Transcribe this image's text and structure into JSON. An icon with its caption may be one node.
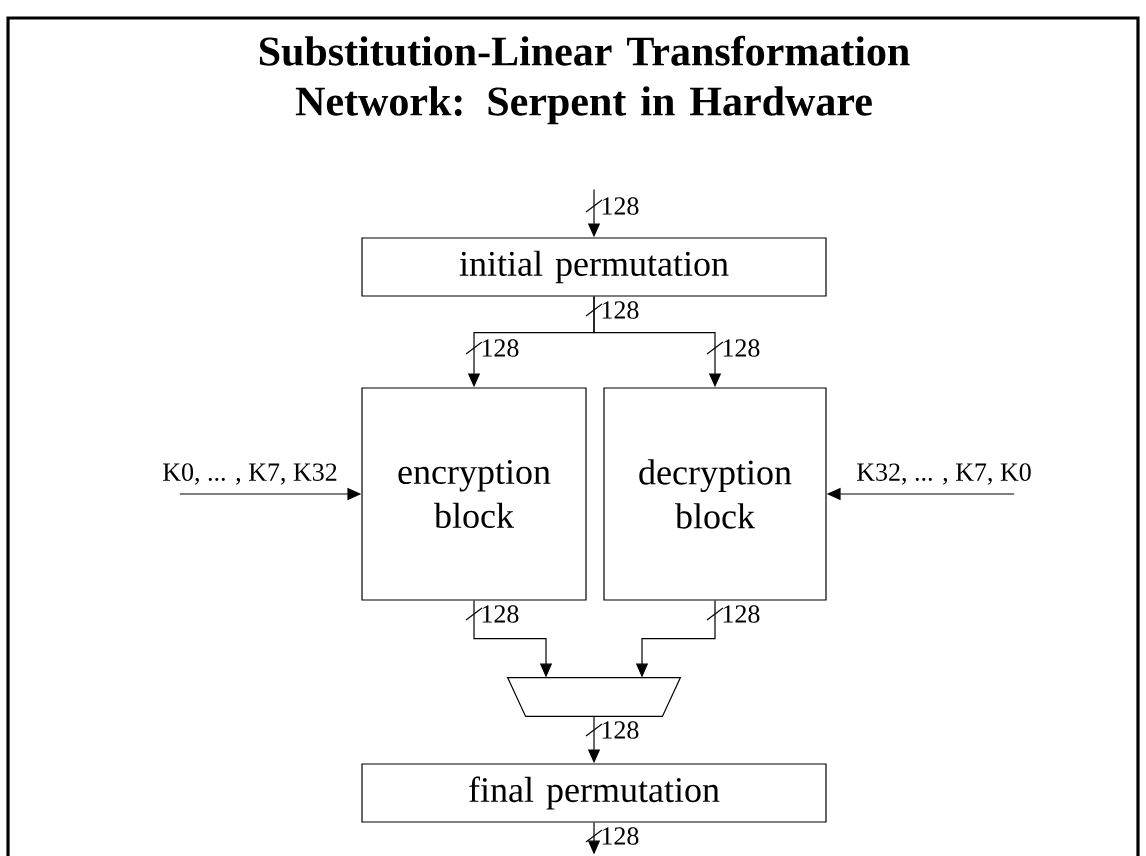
{
  "diagram": {
    "title": "Substitution-Linear Transformation Network: Serpent in Hardware",
    "nodes": [
      {
        "text": [
          "initial permutation"
        ]
      },
      {
        "text": [
          "K0, ... , K7, K32"
        ]
      },
      {
        "text": [
          "encryption block"
        ]
      },
      {
        "text": [
          "decryption block"
        ]
      },
      {
        "text": [
          "K32, ... , K7, K0"
        ]
      },
      {
        "text": [],
        "shape": "trapezoid"
      },
      {
        "text": [
          "final permutation"
        ]
      }
    ],
    "edges": [
      {
        "from": null,
        "to": 0,
        "arrow": "to",
        "label": "128"
      },
      {
        "from": 0,
        "to": 2,
        "arrow": "to",
        "label": "128"
      },
      {
        "from": 0,
        "to": 3,
        "arrow": "to",
        "label": "128"
      },
      {
        "from": 1,
        "to": 2,
        "arrow": "to"
      },
      {
        "from": 4,
        "to": 3,
        "arrow": "to"
      },
      {
        "from": 2,
        "to": 5,
        "arrow": "to",
        "label": "128"
      },
      {
        "from": 3,
        "to": 5,
        "arrow": "to",
        "label": "128"
      },
      {
        "from": 5,
        "to": 6,
        "arrow": "to",
        "label": "128"
      },
      {
        "from": 6,
        "to": null,
        "arrow": "to",
        "label": "128"
      }
    ],
    "labels": [
      "128"
    ]
  }
}
